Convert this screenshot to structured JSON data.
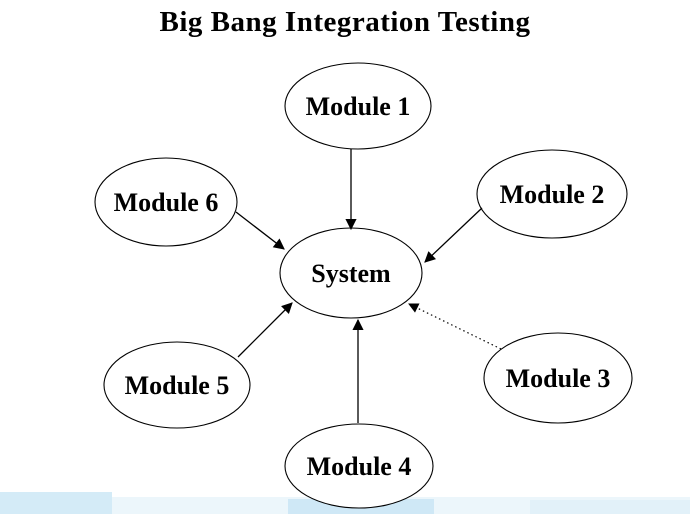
{
  "title": "Big Bang Integration Testing",
  "diagram": {
    "type": "hub-and-spoke",
    "center": {
      "id": "system",
      "label": "System"
    },
    "modules": [
      {
        "id": "module-1",
        "label": "Module 1",
        "position": "top",
        "connector": "solid-arrow"
      },
      {
        "id": "module-2",
        "label": "Module 2",
        "position": "upper-right",
        "connector": "solid-arrow"
      },
      {
        "id": "module-3",
        "label": "Module 3",
        "position": "lower-right",
        "connector": "dotted-arrow"
      },
      {
        "id": "module-4",
        "label": "Module 4",
        "position": "bottom",
        "connector": "solid-arrow"
      },
      {
        "id": "module-5",
        "label": "Module 5",
        "position": "lower-left",
        "connector": "solid-arrow"
      },
      {
        "id": "module-6",
        "label": "Module 6",
        "position": "upper-left",
        "connector": "solid-arrow"
      }
    ],
    "edges": [
      {
        "from": "Module 1",
        "to": "System",
        "style": "solid"
      },
      {
        "from": "Module 2",
        "to": "System",
        "style": "solid"
      },
      {
        "from": "Module 3",
        "to": "System",
        "style": "dotted"
      },
      {
        "from": "Module 4",
        "to": "System",
        "style": "solid"
      },
      {
        "from": "Module 5",
        "to": "System",
        "style": "solid"
      },
      {
        "from": "Module 6",
        "to": "System",
        "style": "solid"
      }
    ]
  },
  "colors": {
    "background": "#ffffff",
    "line": "#000000",
    "text": "#000000",
    "ellipse_fill": "#ffffff",
    "bottom_strip": "#d6ecf7"
  }
}
